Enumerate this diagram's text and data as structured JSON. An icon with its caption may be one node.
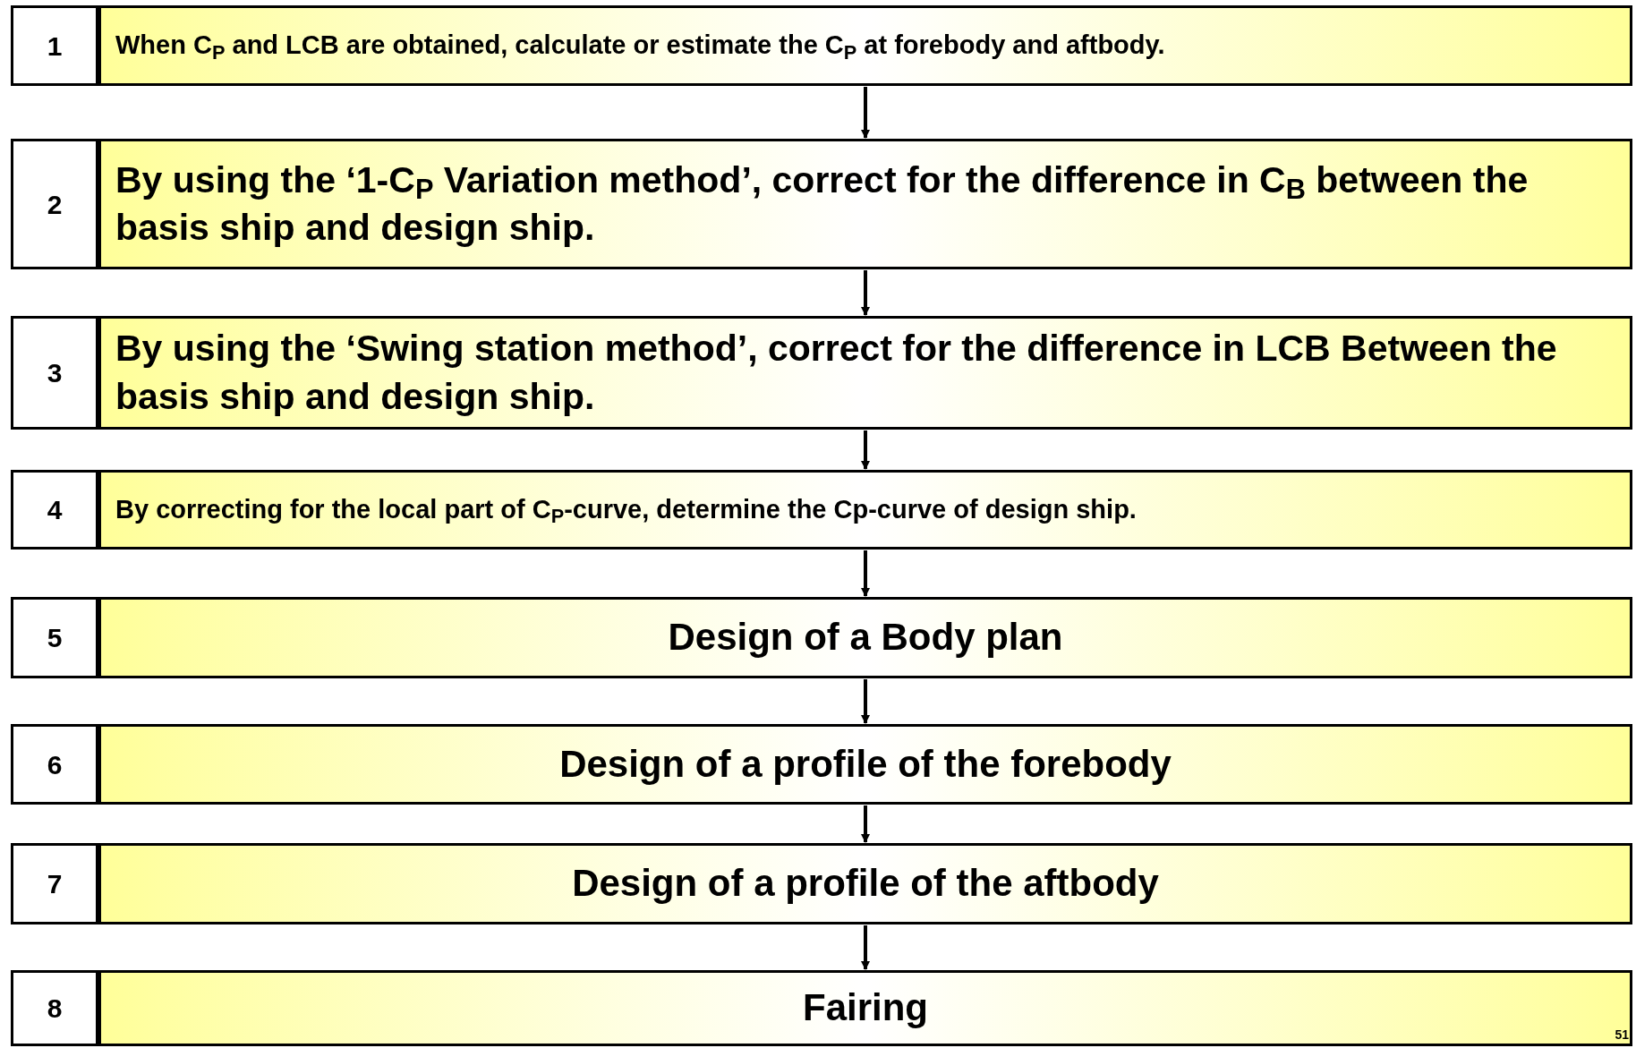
{
  "diagram": {
    "nodes": [
      {
        "text": [
          "1"
        ]
      },
      {
        "text": [
          "When C$_{P}$ and LCB are obtained, calculate or estimate the C$_{P}$ at forebody and aftbody."
        ]
      },
      {
        "text": [
          "2"
        ]
      },
      {
        "text": [
          "By using the ‘1-C$_{P}$ Variation method’, correct for the difference in C$_{B}$ between the basis ship and design ship."
        ]
      },
      {
        "text": [
          "3"
        ]
      },
      {
        "text": [
          "By using the ‘Swing station method’, correct for the difference in LCB Between the basis ship and design ship."
        ]
      },
      {
        "text": [
          "4"
        ]
      },
      {
        "text": [
          "By correcting for the local part of C$_{P}$-curve, determine the Cp-curve of design ship."
        ]
      },
      {
        "text": [
          "5"
        ]
      },
      {
        "text": [
          "Design of a Body plan"
        ]
      },
      {
        "text": [
          "6"
        ]
      },
      {
        "text": [
          "Design of a profile of the forebody"
        ]
      },
      {
        "text": [
          "7"
        ]
      },
      {
        "text": [
          "Design of a profile of the aftbody"
        ]
      },
      {
        "text": [
          "8"
        ]
      },
      {
        "text": [
          "Fairing"
        ]
      }
    ],
    "edges": [
      {
        "from": 1,
        "to": 3,
        "arrow": "to"
      },
      {
        "from": 3,
        "to": 5,
        "arrow": "to"
      },
      {
        "from": 5,
        "to": 7,
        "arrow": "to"
      },
      {
        "from": 7,
        "to": 9,
        "arrow": "to"
      },
      {
        "from": 9,
        "to": 11,
        "arrow": "to"
      },
      {
        "from": 11,
        "to": 13,
        "arrow": "to"
      },
      {
        "from": 13,
        "to": 15,
        "arrow": "to"
      }
    ],
    "labels": [
      "51"
    ]
  }
}
